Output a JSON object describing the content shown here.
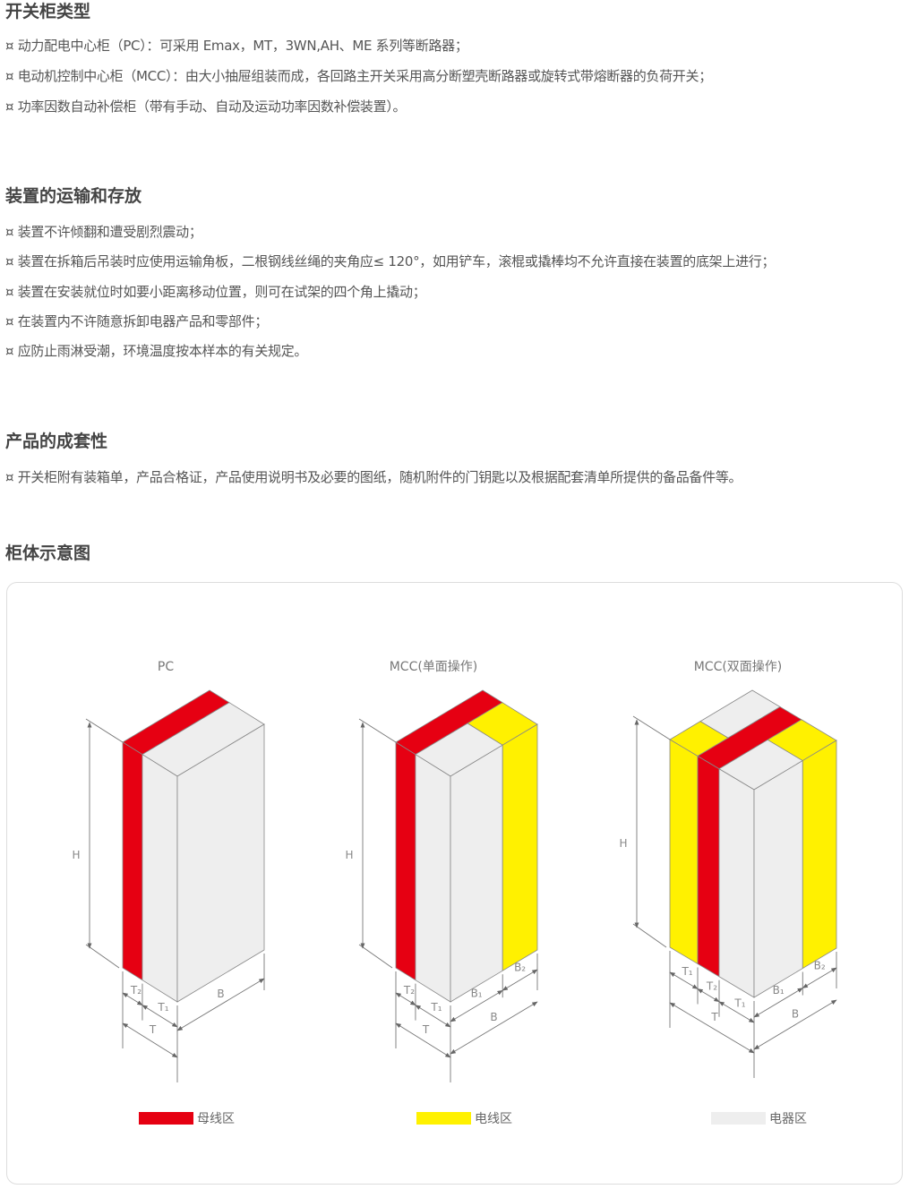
{
  "sections": [
    {
      "title": "开关柜类型",
      "items": [
        "¤ 动力配电中心柜（PC）：可采用 Emax，MT，3WN,AH、ME 系列等断路器；",
        "¤ 电动机控制中心柜（MCC）：由大小抽屉组装而成，各回路主开关采用高分断塑壳断路器或旋转式带熔断器的负荷开关；",
        "¤ 功率因数自动补偿柜（带有手动、自动及运动功率因数补偿装置）。"
      ]
    },
    {
      "title": "装置的运输和存放",
      "items": [
        "¤ 装置不许倾翻和遭受剧烈震动；",
        "¤ 装置在拆箱后吊装时应使用运输角板，二根钢线丝绳的夹角应≤ 120°，如用铲车，滚棍或撬棒均不允许直接在装置的底架上进行；",
        "¤ 装置在安装就位时如要小距离移动位置，则可在试架的四个角上撬动；",
        "¤ 在装置内不许随意拆卸电器产品和零部件；",
        "¤ 应防止雨淋受潮，环境温度按本样本的有关规定。"
      ]
    },
    {
      "title": "产品的成套性",
      "items": [
        "¤  开关柜附有装箱单，产品合格证，产品使用说明书及必要的图纸，随机附件的门钥匙以及根据配套清单所提供的备品备件等。"
      ]
    },
    {
      "title": "柜体示意图",
      "items": []
    }
  ],
  "diagrams": [
    {
      "title": "PC",
      "labels": {
        "H": "H",
        "T": "T",
        "T1": "T₁",
        "T2": "T₂",
        "B": "B"
      }
    },
    {
      "title": "MCC(单面操作)",
      "labels": {
        "H": "H",
        "T": "T",
        "T1": "T₁",
        "T2": "T₂",
        "B": "B",
        "B1": "B₁",
        "B2": "B₂"
      }
    },
    {
      "title": "MCC(双面操作)",
      "labels": {
        "H": "H",
        "T": "T",
        "T1": "T₁",
        "T2": "T₂",
        "B": "B",
        "B1": "B₁",
        "B2": "B₂"
      }
    }
  ],
  "legend": [
    {
      "label": "母线区",
      "color": "#e60012"
    },
    {
      "label": "电线区",
      "color": "#fff100"
    },
    {
      "label": "电器区",
      "color": "#eeeeee"
    }
  ]
}
